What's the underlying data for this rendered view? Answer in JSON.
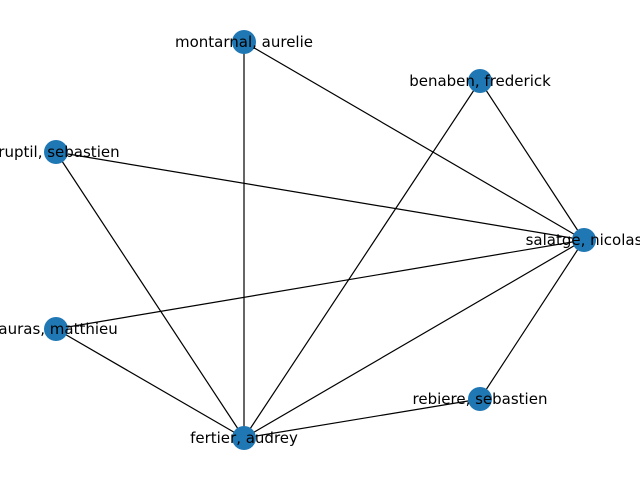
{
  "graph": {
    "node_color": "#1f77b4",
    "edge_color": "#000000",
    "label_color": "#000000",
    "nodes": [
      {
        "id": "montarnal",
        "label": "montarnal, aurelie"
      },
      {
        "id": "benaben",
        "label": "benaben, frederick"
      },
      {
        "id": "truptil",
        "label": "truptil, sebastien"
      },
      {
        "id": "salatge",
        "label": "salatge, nicolas"
      },
      {
        "id": "lauras",
        "label": "lauras, matthieu"
      },
      {
        "id": "rebiere",
        "label": "rebiere, sebastien"
      },
      {
        "id": "fertier",
        "label": "fertier, audrey"
      }
    ],
    "edges": [
      [
        "montarnal",
        "salatge"
      ],
      [
        "montarnal",
        "fertier"
      ],
      [
        "benaben",
        "salatge"
      ],
      [
        "benaben",
        "fertier"
      ],
      [
        "truptil",
        "salatge"
      ],
      [
        "truptil",
        "fertier"
      ],
      [
        "lauras",
        "salatge"
      ],
      [
        "lauras",
        "fertier"
      ],
      [
        "salatge",
        "rebiere"
      ],
      [
        "salatge",
        "fertier"
      ],
      [
        "rebiere",
        "fertier"
      ]
    ]
  }
}
